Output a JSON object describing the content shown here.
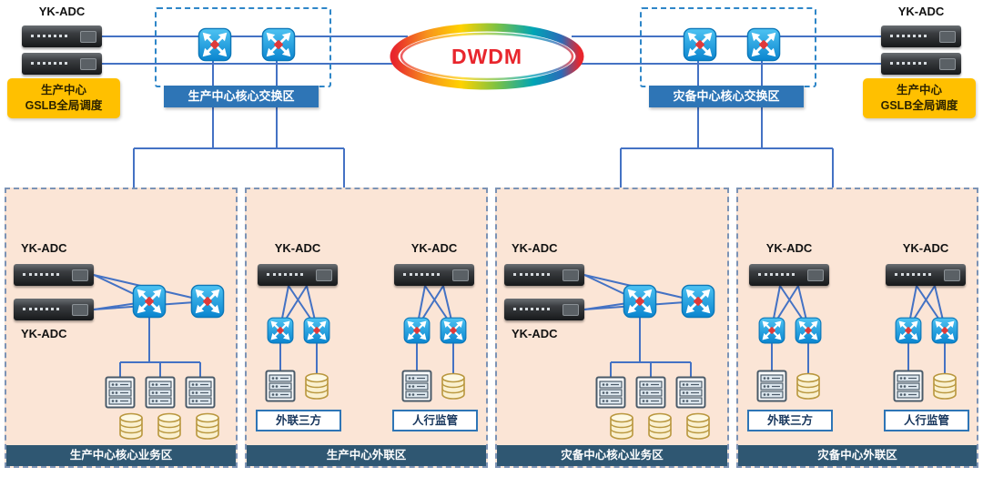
{
  "diagram": {
    "dwdm_label": "DWDM",
    "top_left_adc": "YK-ADC",
    "top_right_adc": "YK-ADC",
    "gslb_left": {
      "line1": "生产中心",
      "line2": "GSLB全局调度"
    },
    "gslb_right": {
      "line1": "生产中心",
      "line2": "GSLB全局调度"
    },
    "switch_zone_left": "生产中心核心交换区",
    "switch_zone_right": "灾备中心核心交换区",
    "panels": [
      {
        "title": "生产中心核心业务区",
        "adc_top": "YK-ADC",
        "adc_bottom": "YK-ADC"
      },
      {
        "title": "生产中心外联区",
        "groups": [
          {
            "adc": "YK-ADC",
            "tag": "外联三方"
          },
          {
            "adc": "YK-ADC",
            "tag": "人行监管"
          }
        ]
      },
      {
        "title": "灾备中心核心业务区",
        "adc_top": "YK-ADC",
        "adc_bottom": "YK-ADC"
      },
      {
        "title": "灾备中心外联区",
        "groups": [
          {
            "adc": "YK-ADC",
            "tag": "外联三方"
          },
          {
            "adc": "YK-ADC",
            "tag": "人行监管"
          }
        ]
      }
    ],
    "colors": {
      "connector": "#4472c4",
      "panel_fill": "#fbe5d6",
      "panel_border": "#7c93b5",
      "panel_titlebar": "#2f5772",
      "zone_label": "#2e75b6",
      "gslb_fill": "#ffc000",
      "dwdm_text": "#e8262d",
      "switch_fill": "#29abe2"
    }
  }
}
